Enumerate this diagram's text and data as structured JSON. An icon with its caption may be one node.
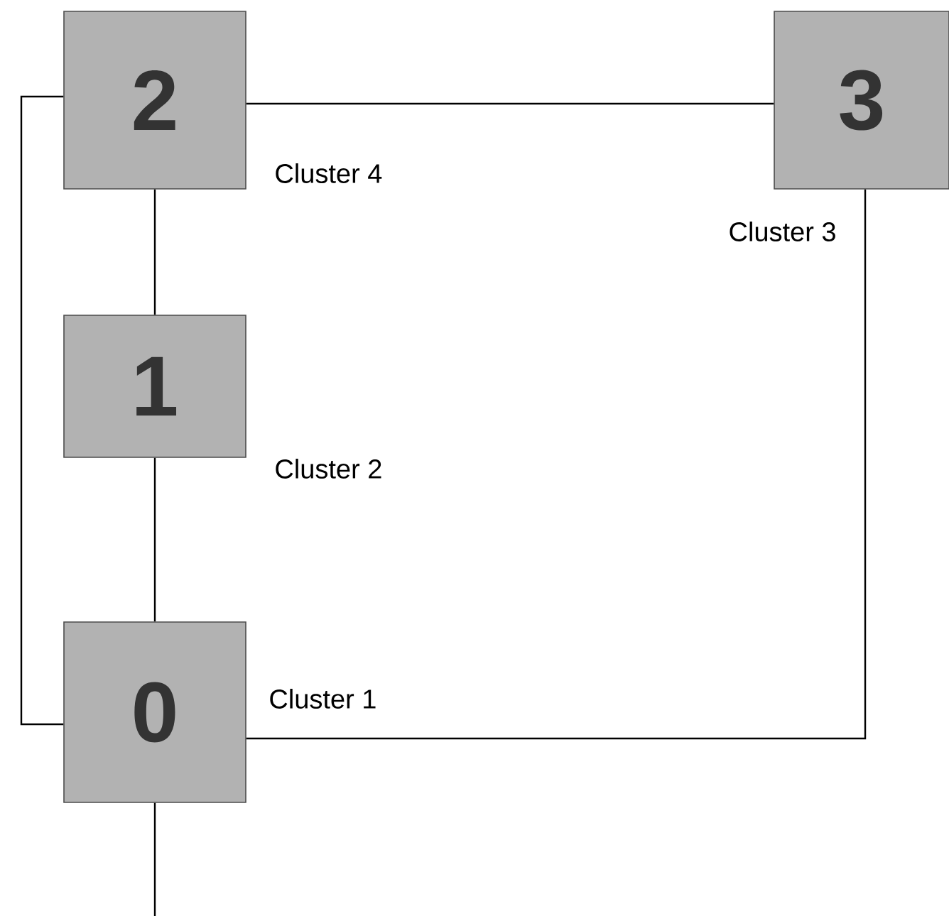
{
  "diagram": {
    "nodes": [
      {
        "text": [
          "2"
        ],
        "beside": [
          "Cluster 4"
        ]
      },
      {
        "text": [
          "3"
        ],
        "beside": [
          "Cluster 3"
        ]
      },
      {
        "text": [
          "1"
        ],
        "beside": [
          "Cluster 2"
        ]
      },
      {
        "text": [
          "0"
        ],
        "beside": [
          "Cluster 1"
        ]
      }
    ],
    "edges": [
      {
        "from": 0,
        "to": 1,
        "arrow": "none"
      },
      {
        "from": 0,
        "to": 2,
        "arrow": "none"
      },
      {
        "from": 2,
        "to": 3,
        "arrow": "none"
      },
      {
        "from": 0,
        "to": 3,
        "arrow": "none"
      },
      {
        "from": 3,
        "to": 1,
        "arrow": "none"
      },
      {
        "from": 3,
        "to": null,
        "arrow": "none"
      }
    ]
  }
}
